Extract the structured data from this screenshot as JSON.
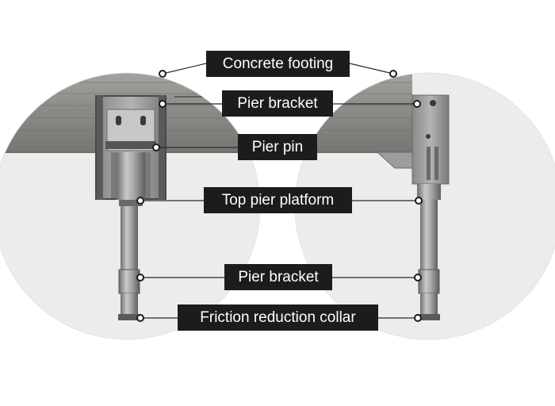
{
  "labels": {
    "concrete_footing": "Concrete footing",
    "pier_bracket_top": "Pier bracket",
    "pier_pin": "Pier pin",
    "top_pier_platform": "Top pier platform",
    "pier_bracket_bottom": "Pier bracket",
    "friction_reduction_collar": "Friction reduction collar"
  },
  "colors": {
    "background": "#ffffff",
    "lens": "#ececec",
    "concrete": "#8f8e8a",
    "steel": "#9a9a9a",
    "label_box": "#1c1c1c",
    "label_text": "#ffffff",
    "leader_line": "#2a2a2a"
  }
}
